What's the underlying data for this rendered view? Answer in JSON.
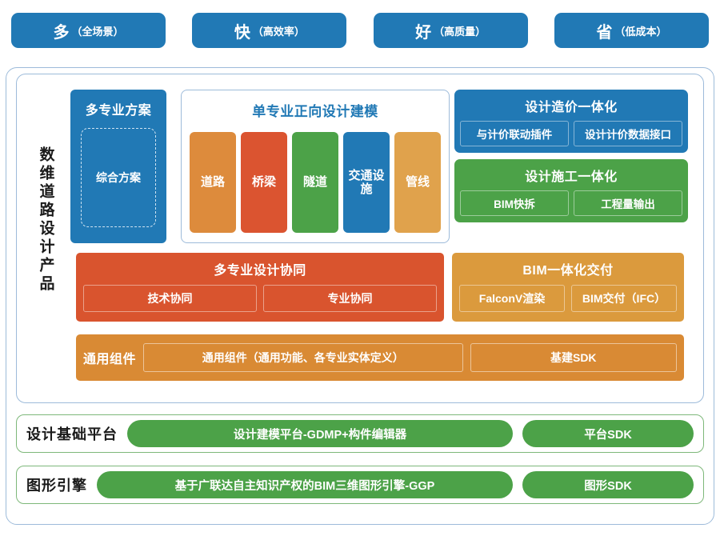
{
  "banner": {
    "items": [
      {
        "big": "多",
        "sub": "（全场景）"
      },
      {
        "big": "快",
        "sub": "（高效率）"
      },
      {
        "big": "好",
        "sub": "（高质量）"
      },
      {
        "big": "省",
        "sub": "（低成本）"
      }
    ]
  },
  "product": {
    "vertical_label": "数维道路设计产品",
    "multi_scheme": {
      "title": "多专业方案",
      "dashed_item": "综合方案"
    },
    "single_discipline": {
      "title": "单专业正向设计建模",
      "disciplines": [
        {
          "label": "道路",
          "color": "#DD8B3C"
        },
        {
          "label": "桥梁",
          "color": "#DB5430"
        },
        {
          "label": "隧道",
          "color": "#4CA248"
        },
        {
          "label": "交通设施",
          "color": "#2179B5"
        },
        {
          "label": "管线",
          "color": "#E0A24C"
        }
      ]
    },
    "right_cards": [
      {
        "title": "设计造价一体化",
        "color": "#2179B5",
        "subs": [
          "与计价联动插件",
          "设计计价数据接口"
        ]
      },
      {
        "title": "设计施工一体化",
        "color": "#4CA248",
        "subs": [
          "BIM快拆",
          "工程量输出"
        ]
      }
    ],
    "collaboration": {
      "title": "多专业设计协同",
      "color": "#D9542E",
      "subs": [
        "技术协同",
        "专业协同"
      ]
    },
    "delivery": {
      "title": "BIM一体化交付",
      "color": "#DB9A3D",
      "subs": [
        "FalconV渲染",
        "BIM交付（IFC）"
      ]
    },
    "components": {
      "label": "通用组件",
      "color": "#D98A34",
      "boxes": [
        "通用组件（通用功能、各专业实体定义）",
        "基建SDK"
      ]
    }
  },
  "platforms": [
    {
      "label": "设计基础平台",
      "main": "设计建模平台-GDMP+构件编辑器",
      "sdk": "平台SDK"
    },
    {
      "label": "图形引擎",
      "main": "基于广联达自主知识产权的BIM三维图形引擎-GGP",
      "sdk": "图形SDK"
    }
  ],
  "colors": {
    "blue": "#2179B5",
    "green": "#4CA248",
    "orange": "#DD8B3C",
    "red": "#DB5430",
    "light_orange": "#DB9A3D",
    "frame_blue": "#9DBBDA",
    "frame_green": "#7EB87A"
  }
}
